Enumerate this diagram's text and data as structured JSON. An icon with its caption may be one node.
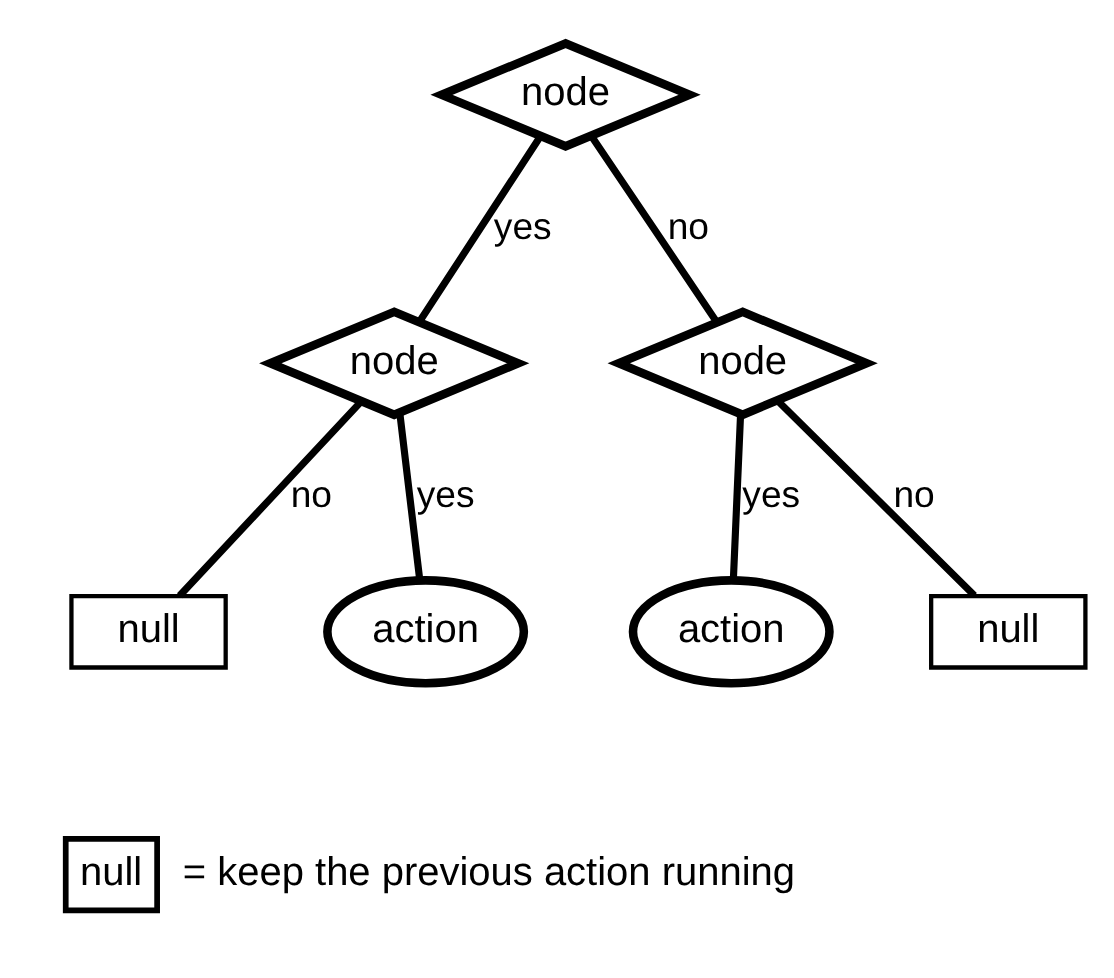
{
  "diagram": {
    "nodes": [
      {
        "text": [
          "node"
        ]
      },
      {
        "text": [
          "node"
        ]
      },
      {
        "text": [
          "node"
        ]
      },
      {
        "text": [
          "null"
        ]
      },
      {
        "text": [
          "action"
        ]
      },
      {
        "text": [
          "action"
        ]
      },
      {
        "text": [
          "null"
        ]
      },
      {
        "text": [
          "null"
        ],
        "beside": [
          "= keep the previous action running"
        ]
      }
    ],
    "edges": [
      {
        "from": 0,
        "to": 1,
        "arrow": "none",
        "label": "yes"
      },
      {
        "from": 0,
        "to": 2,
        "arrow": "none",
        "label": "no"
      },
      {
        "from": 1,
        "to": 4,
        "arrow": "none",
        "label": "yes"
      },
      {
        "from": 1,
        "to": 3,
        "arrow": "none",
        "label": "no"
      },
      {
        "from": 2,
        "to": 5,
        "arrow": "none",
        "label": "yes"
      },
      {
        "from": 2,
        "to": 6,
        "arrow": "none",
        "label": "no"
      }
    ]
  }
}
